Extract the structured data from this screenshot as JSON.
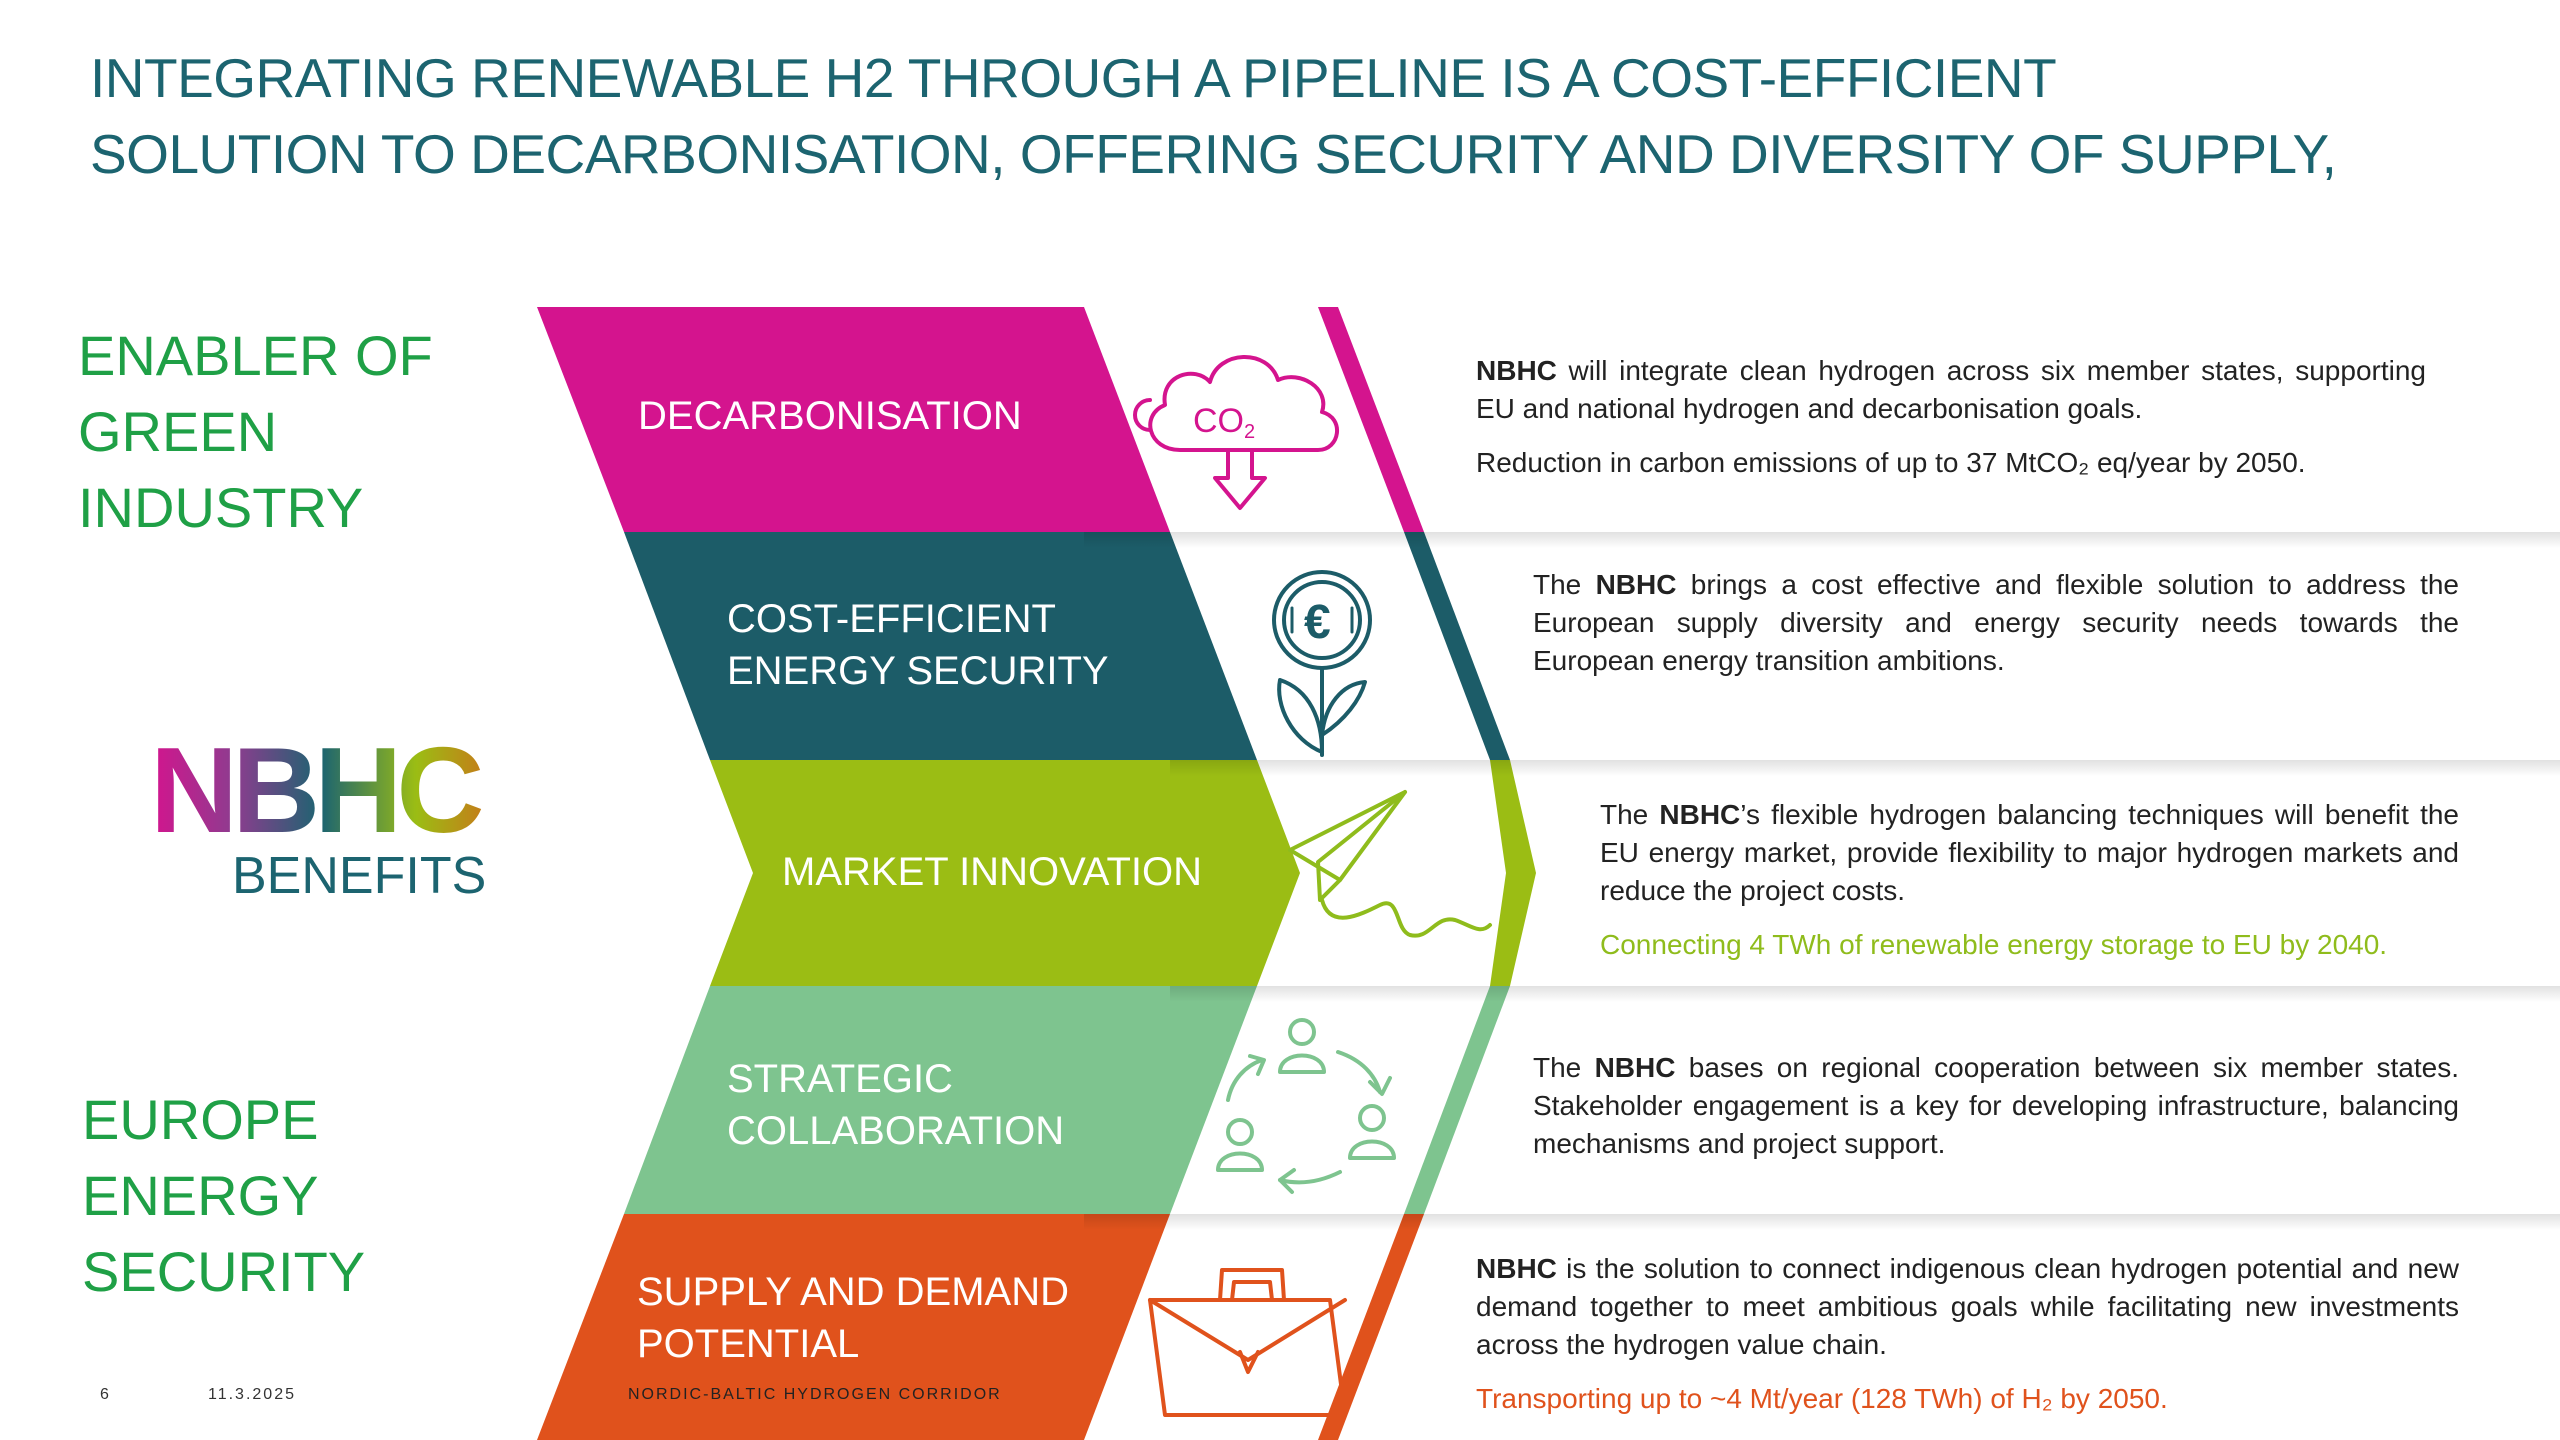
{
  "title": {
    "line1": "INTEGRATING RENEWABLE H2 THROUGH A PIPELINE IS A COST-EFFICIENT",
    "line2": "SOLUTION TO DECARBONISATION, OFFERING SECURITY AND DIVERSITY OF SUPPLY,"
  },
  "left": {
    "enabler": [
      "ENABLER OF",
      "GREEN",
      "INDUSTRY"
    ],
    "logo_word": "NBHC",
    "logo_sub": "BENEFITS",
    "europe": [
      "EUROPE",
      "ENERGY",
      "SECURITY"
    ]
  },
  "bands": [
    {
      "label": [
        "DECARBONISATION"
      ],
      "color": "#d4148e",
      "icon": "co2-cloud-icon",
      "icon_text": "CO₂",
      "lead_bold": "NBHC",
      "lead_rest": " will integrate clean hydrogen across six member states, supporting EU and national hydrogen and decarbonisation goals.",
      "extra": "Reduction in carbon emissions of up to 37 MtCO₂ eq/year by 2050."
    },
    {
      "label": [
        "COST-EFFICIENT",
        "ENERGY SECURITY"
      ],
      "color": "#1c5c68",
      "icon": "euro-plant-icon",
      "icon_text": "€",
      "lead_pre": "The ",
      "lead_bold": "NBHC",
      "lead_rest": " brings a cost effective and flexible solution to address the European supply diversity and energy security needs towards the European energy transition ambitions."
    },
    {
      "label": [
        "MARKET INNOVATION"
      ],
      "color": "#9bbd14",
      "icon": "paper-plane-icon",
      "lead_pre": "The ",
      "lead_bold": "NBHC",
      "lead_rest": "’s flexible hydrogen balancing techniques will benefit the EU energy market, provide flexibility to major hydrogen markets and reduce the project costs.",
      "extra": "Connecting 4 TWh of renewable energy storage to EU by 2040."
    },
    {
      "label": [
        "STRATEGIC",
        "COLLABORATION"
      ],
      "color": "#7ec48f",
      "icon": "people-cycle-icon",
      "lead_pre": "The ",
      "lead_bold": "NBHC",
      "lead_rest": " bases on regional cooperation between six member states. Stakeholder engagement is a key for developing infrastructure, balancing mechanisms and project support."
    },
    {
      "label": [
        "SUPPLY AND DEMAND",
        "POTENTIAL"
      ],
      "color": "#e0521c",
      "icon": "briefcase-icon",
      "lead_bold": "NBHC",
      "lead_rest": " is the solution to connect indigenous clean hydrogen potential and new demand together to meet ambitious goals while facilitating new investments across the hydrogen value chain.",
      "extra": "Transporting up to ~4 Mt/year (128 TWh) of H₂ by 2050."
    }
  ],
  "footer": {
    "page": "6",
    "date": "11.3.2025",
    "corridor": "NORDIC-BALTIC HYDROGEN CORRIDOR"
  }
}
